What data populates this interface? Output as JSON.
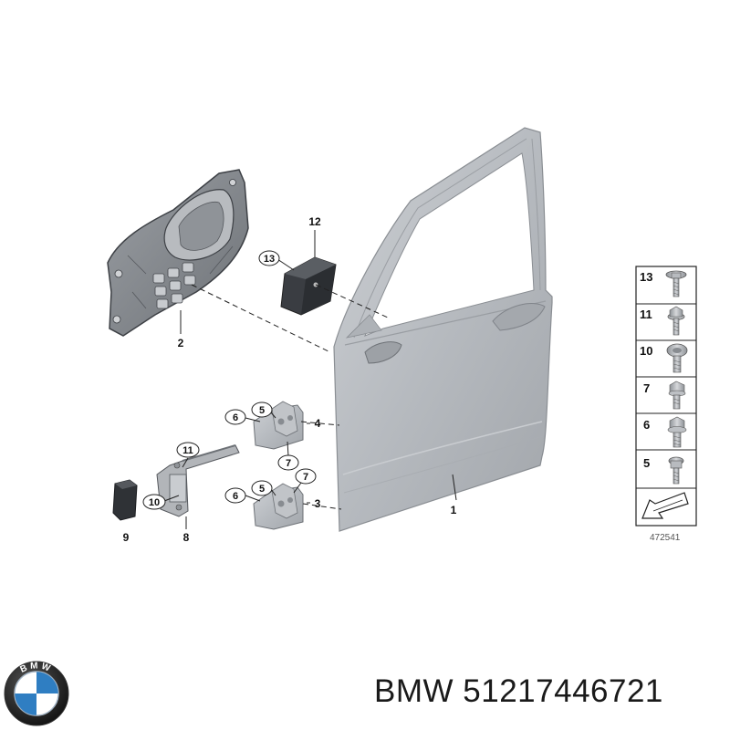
{
  "callouts": {
    "c1": "1",
    "c2": "2",
    "c3": "3",
    "c4": "4",
    "c5a": "5",
    "c5b": "5",
    "c6a": "6",
    "c6b": "6",
    "c7a": "7",
    "c7b": "7",
    "c8": "8",
    "c9": "9",
    "c10": "10",
    "c11": "11",
    "c12": "12",
    "c13": "13"
  },
  "legend": {
    "items": [
      {
        "number": "13",
        "icon": "torx-flange-bolt-icon"
      },
      {
        "number": "11",
        "icon": "hex-flange-bolt-icon"
      },
      {
        "number": "10",
        "icon": "torx-washer-bolt-icon"
      },
      {
        "number": "7",
        "icon": "hex-bolt-icon"
      },
      {
        "number": "6",
        "icon": "hex-washer-bolt-icon"
      },
      {
        "number": "5",
        "icon": "short-torx-bolt-icon"
      }
    ],
    "direction_icon": "forward-arrow-icon"
  },
  "diagram_code": "472541",
  "brand": {
    "logo": "bmw-roundel-logo",
    "logo_text": "BMW",
    "name": "BMW",
    "part_number": "51217446721"
  },
  "colors": {
    "door": "#b9bdc2",
    "panel": "#7d8187",
    "bracket": "#a8abaf",
    "logo_blue": "#2f7ec2",
    "logo_ring": "#1a1a1a"
  }
}
